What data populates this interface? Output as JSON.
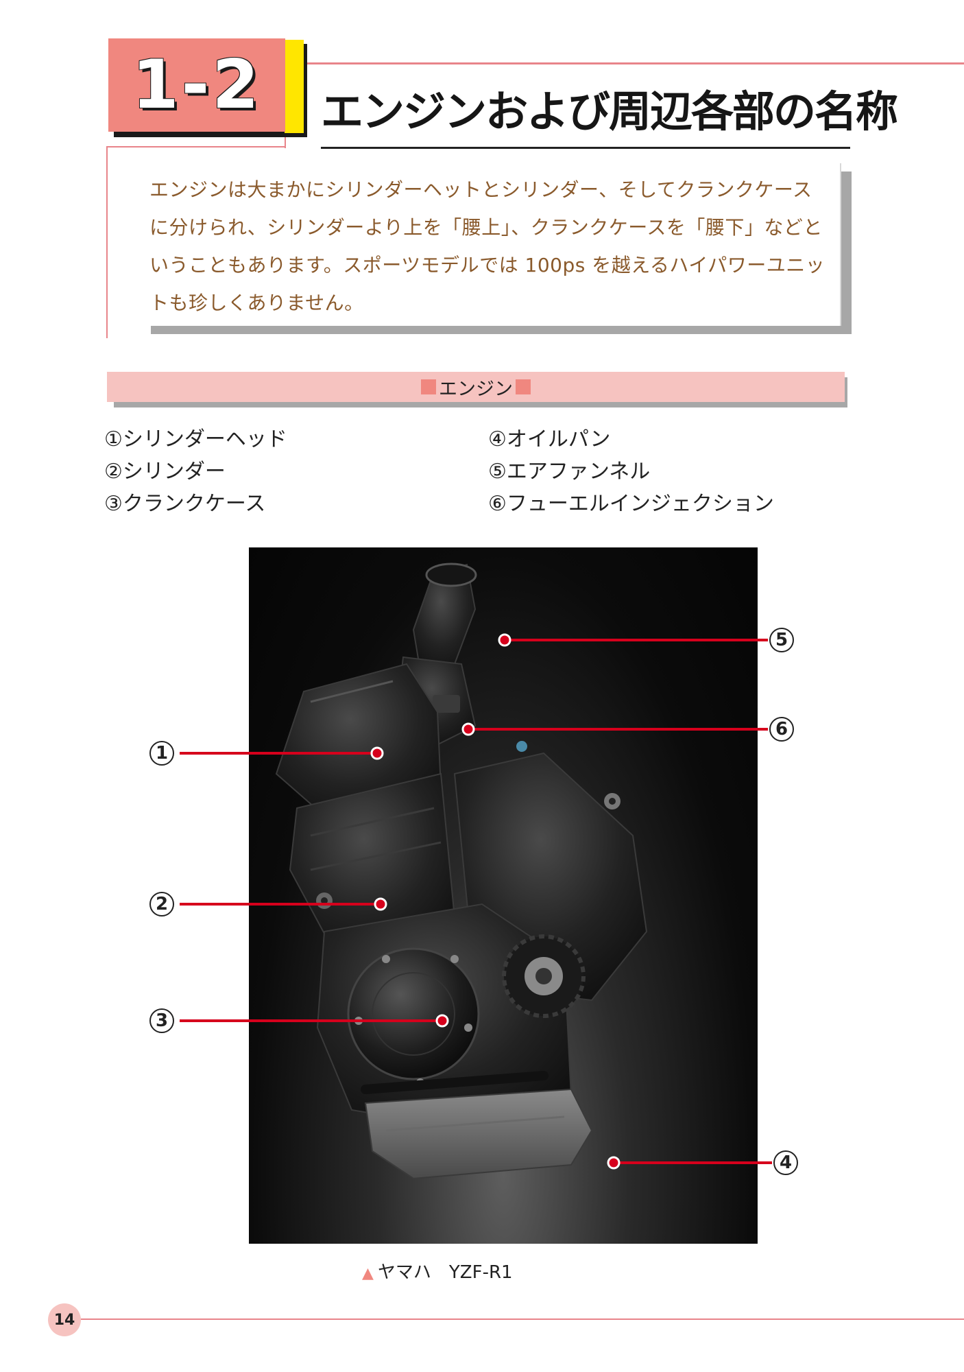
{
  "section": {
    "number": "1-2",
    "title": "エンジンおよび周辺各部の名称"
  },
  "intro": {
    "lines": [
      "エンジンは大まかにシリンダーヘットとシリンダー、そしてクランクケース",
      "に分けられ、シリンダーより上を「腰上」、クランクケースを「腰下」などと",
      "いうこともあります。スポーツモデルでは 100ps を越えるハイパワーユニッ",
      "トも珍しくありません。"
    ]
  },
  "engine_heading": "エンジン",
  "legend": {
    "left": [
      "①シリンダーヘッド",
      "②シリンダー",
      "③クランクケース"
    ],
    "right": [
      "④オイルパン",
      "⑤エアファンネル",
      "⑥フューエルインジェクション"
    ]
  },
  "callouts": {
    "c1": "1",
    "c2": "2",
    "c3": "3",
    "c4": "4",
    "c5": "5",
    "c6": "6"
  },
  "caption": {
    "marker": "▲",
    "text": "ヤマハ　YZF-R1"
  },
  "page_number": "14",
  "colors": {
    "accent_pink": "#f0877f",
    "bar_pink": "#f6c3c0",
    "accent_yellow": "#ffe600",
    "intro_text": "#8a5a2c",
    "callout_line": "#d6001c"
  }
}
